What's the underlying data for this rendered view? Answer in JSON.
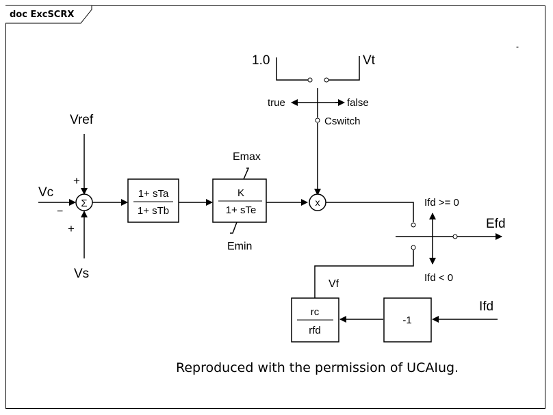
{
  "frame": {
    "title": "doc ExcSCRX"
  },
  "diagram": {
    "switch_top": {
      "left_input": "1.0",
      "right_input": "Vt",
      "dir_true": "true",
      "dir_false": "false",
      "control": "Cswitch"
    },
    "summer": {
      "ref": "Vref",
      "input": "Vc",
      "stab": "Vs",
      "symbol": "Σ",
      "sign_ref": "+",
      "sign_input": "−",
      "sign_stab": "+"
    },
    "lead_lag": {
      "numerator": "1+ sTa",
      "denominator": "1+ sTb"
    },
    "exciter": {
      "numerator": "K",
      "denominator": "1+ sTe",
      "max": "Emax",
      "min": "Emin"
    },
    "multiplier": {
      "symbol": "x"
    },
    "output_switch": {
      "cond_pos": "Ifd >= 0",
      "cond_neg": "Ifd < 0",
      "output": "Efd"
    },
    "feedback": {
      "signal": "Vf",
      "gain_label": "-1",
      "ratio_num": "rc",
      "ratio_den": "rfd",
      "input": "Ifd"
    },
    "corner_mark": "-"
  },
  "caption": "Reproduced with the permission of UCAIug."
}
